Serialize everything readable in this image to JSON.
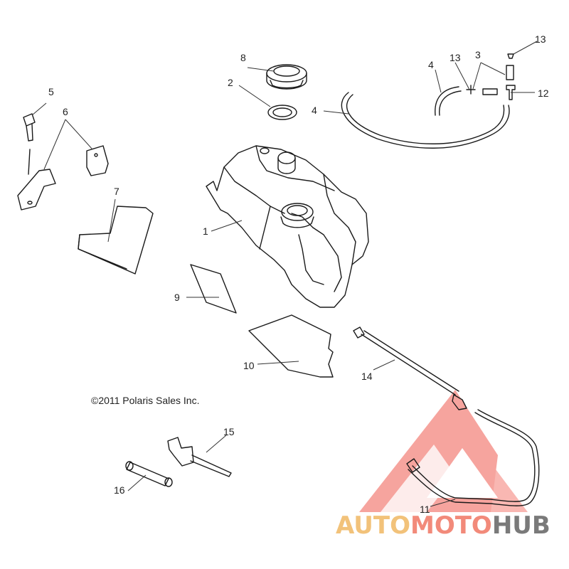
{
  "diagram": {
    "callouts": [
      "1",
      "2",
      "3",
      "4",
      "5",
      "6",
      "7",
      "8",
      "9",
      "10",
      "11",
      "12",
      "13",
      "14",
      "15",
      "16"
    ],
    "copyright": "©2011 Polaris Sales Inc."
  },
  "watermark": {
    "brand_part1": "AUTO",
    "brand_part2": "MOTO",
    "brand_part3": "HUB",
    "colors": {
      "auto": "#f2c27a",
      "moto": "#f28a7a",
      "hub": "#7a7a7a",
      "logo": "#f05a50"
    }
  }
}
